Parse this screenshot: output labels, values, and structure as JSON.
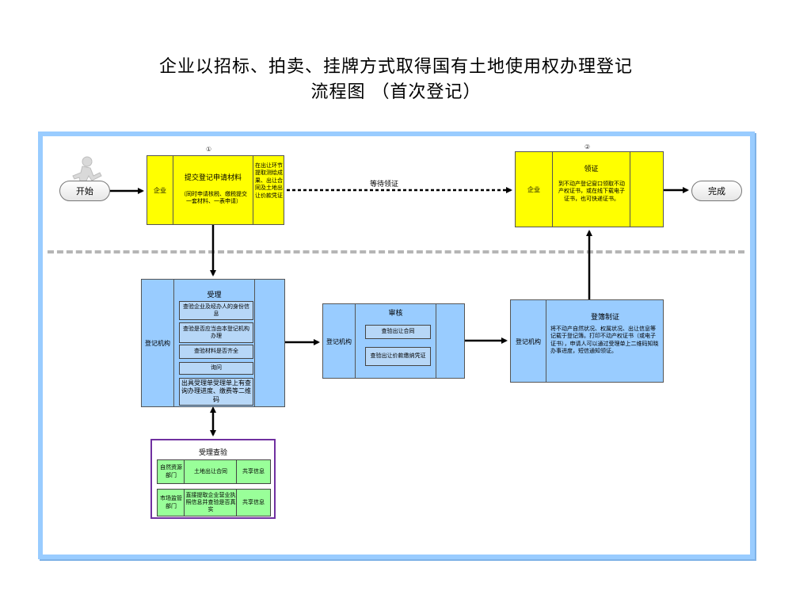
{
  "title": {
    "line1": "企业以招标、拍卖、挂牌方式取得国有土地使用权办理登记",
    "line2": "流程图 （首次登记）"
  },
  "start_label": "开始",
  "end_label": "完成",
  "person_icon": "running-person-icon",
  "wait_label": "等待领证",
  "markers": {
    "one": "①",
    "two": "②"
  },
  "submit_box": {
    "lane": "企业",
    "title": "提交登记申请材料",
    "subtitle": "（同时申请核税、缴税提交一套材料、一表申请）",
    "side_note": "在出让环节提取测绘成果、出让合同及土地出让价款凭证"
  },
  "collect_box": {
    "lane": "企业",
    "title": "领证",
    "desc": "到不动产登记窗口领取不动产权证书，或在线下载电子证书，也可快递证书。"
  },
  "accept_box": {
    "lane": "登记机构",
    "title": "受理",
    "items": [
      "查验企业及经办人的身份信息",
      "查验是否应当由本登记机构办理",
      "查验材料是否齐全",
      "询问",
      "出具受理单受理单上有查询办理进度、缴费等二维码"
    ]
  },
  "review_box": {
    "lane": "登记机构",
    "title": "审核",
    "items": [
      "查验出让合同",
      "查验出让价款缴纳凭证"
    ]
  },
  "register_box": {
    "lane": "登记机构",
    "title": "登簿制证",
    "desc": "将不动产自然状况、权属状况、出让信息等记载于登记簿。打印不动产权证书（或电子证书），申请人可以通过受理单上二维码知晓办事进度，短信通知领证。"
  },
  "check_box": {
    "title": "受理查验",
    "rows": [
      {
        "dept": "自然资源部门",
        "item": "土地出让合同",
        "type": "共享信息"
      },
      {
        "dept": "市场监管部门",
        "item": "直接提取企业营业执照信息并查验是否真实",
        "type": "共享信息"
      }
    ]
  }
}
